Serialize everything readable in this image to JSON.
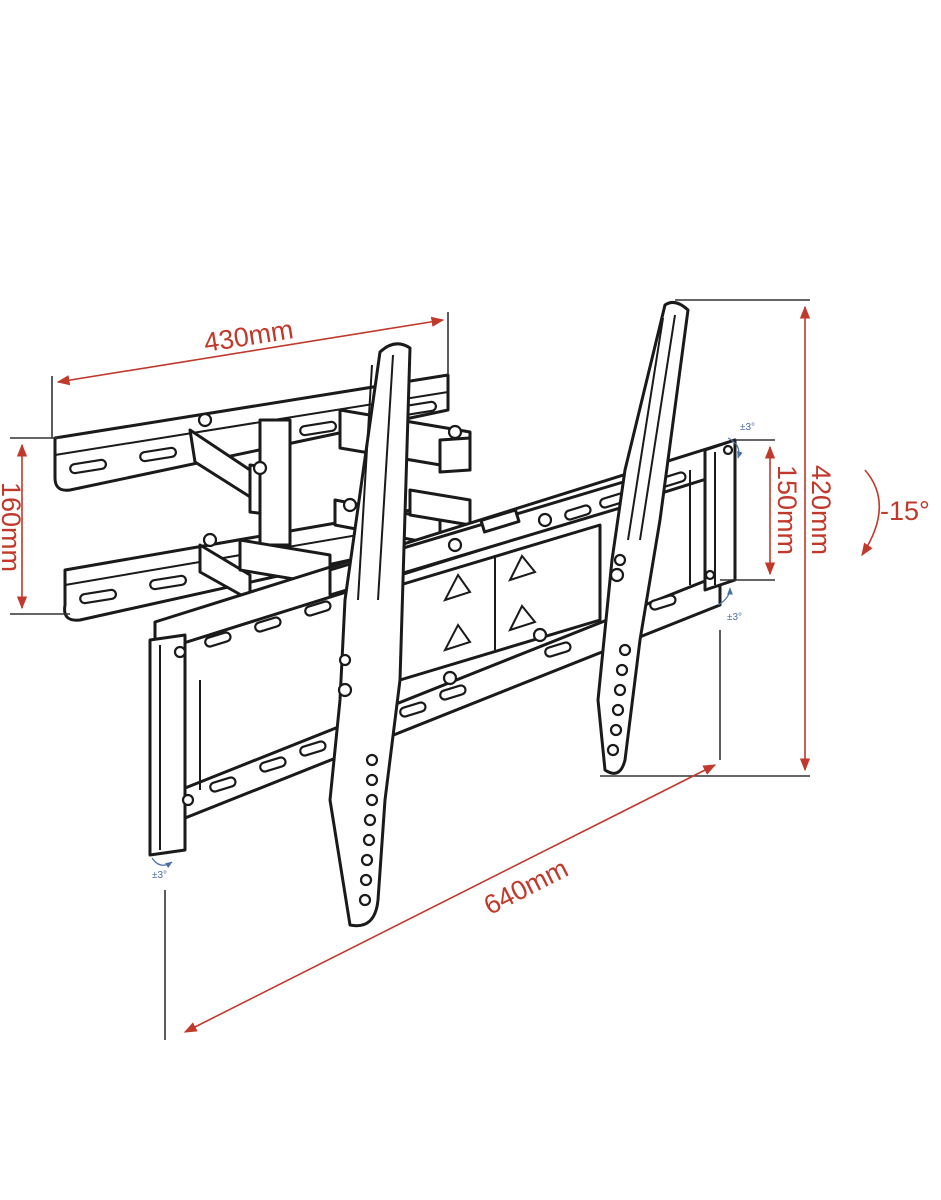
{
  "dimensions": {
    "arm_length": "430mm",
    "wall_plate_height": "160mm",
    "tv_frame_height": "150mm",
    "max_height": "420mm",
    "max_width": "640mm",
    "tilt": "-15°"
  },
  "tolerances": {
    "top_right": "±3°",
    "right_lower": "±3°",
    "left_bottom": "±3°"
  },
  "colors": {
    "dimension": "#c0392b",
    "tolerance": "#4a6fa5",
    "line": "#1a1a1a"
  }
}
